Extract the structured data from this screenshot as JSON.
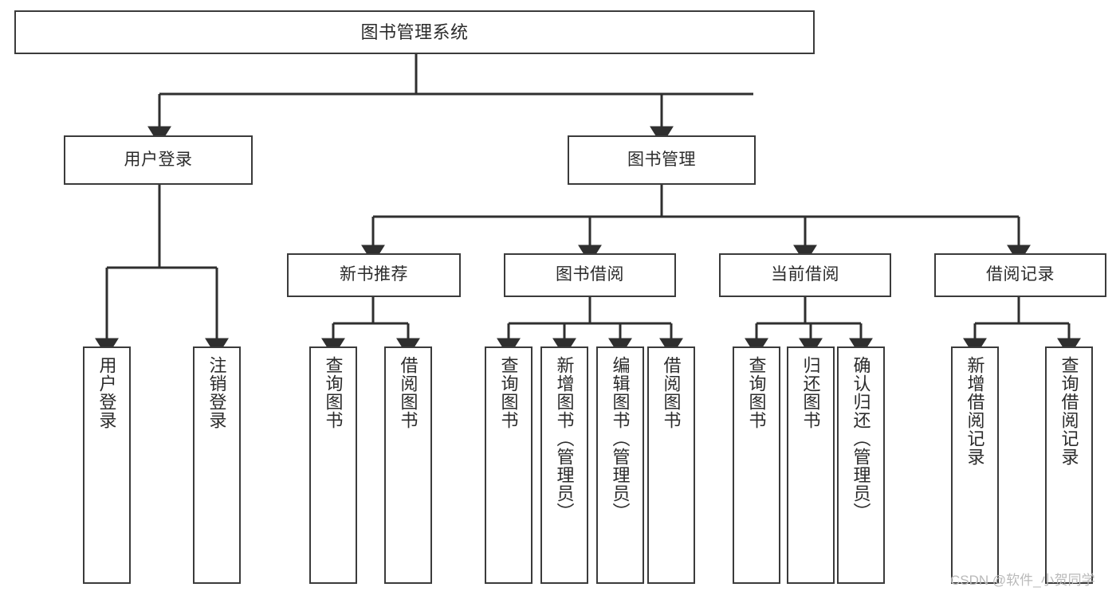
{
  "diagram": {
    "title": "图书管理系统",
    "type": "tree",
    "orientation": "top-down",
    "colors": {
      "box_border": "#3b3b3b",
      "box_fill": "#ffffff",
      "text": "#2b2b2b",
      "edge": "#2f2f2f",
      "watermark": "#b9b9b9",
      "background": "#ffffff"
    },
    "nodes": {
      "root": {
        "label": "图书管理系统"
      },
      "level2": [
        {
          "id": "user-login",
          "label": "用户登录"
        },
        {
          "id": "book-management",
          "label": "图书管理"
        }
      ],
      "level3": [
        {
          "id": "new-book-recommend",
          "label": "新书推荐"
        },
        {
          "id": "book-borrow",
          "label": "图书借阅"
        },
        {
          "id": "current-borrow",
          "label": "当前借阅"
        },
        {
          "id": "borrow-record",
          "label": "借阅记录"
        }
      ],
      "leaves": {
        "user-login": [
          {
            "id": "leaf-user-login",
            "label": "用户登录"
          },
          {
            "id": "leaf-user-logout",
            "label": "注销登录"
          }
        ],
        "new-book-recommend": [
          {
            "id": "leaf-query-book-1",
            "label": "查询图书"
          },
          {
            "id": "leaf-borrow-book-1",
            "label": "借阅图书"
          }
        ],
        "book-borrow": [
          {
            "id": "leaf-query-book-2",
            "label": "查询图书"
          },
          {
            "id": "leaf-add-book",
            "label": "新增图书（管理员）"
          },
          {
            "id": "leaf-edit-book",
            "label": "编辑图书（管理员）"
          },
          {
            "id": "leaf-borrow-book-2",
            "label": "借阅图书"
          }
        ],
        "current-borrow": [
          {
            "id": "leaf-query-book-3",
            "label": "查询图书"
          },
          {
            "id": "leaf-return-book",
            "label": "归还图书"
          },
          {
            "id": "leaf-confirm-return",
            "label": "确认归还（管理员）"
          }
        ],
        "borrow-record": [
          {
            "id": "leaf-add-record",
            "label": "新增借阅记录"
          },
          {
            "id": "leaf-query-record",
            "label": "查询借阅记录"
          }
        ]
      }
    }
  },
  "watermark": {
    "text": "CSDN @软件_小贺同学"
  }
}
